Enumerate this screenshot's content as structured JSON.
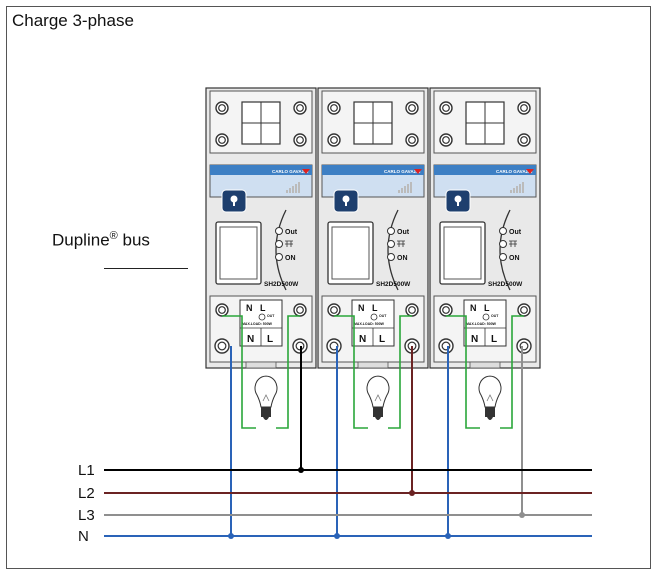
{
  "diagram": {
    "title": "Charge 3-phase",
    "bus_label_main": "Dupline",
    "bus_label_sup": "®",
    "bus_label_suffix": " bus",
    "lines": [
      {
        "label": "L1",
        "color": "#000000"
      },
      {
        "label": "L2",
        "color": "#6b2323"
      },
      {
        "label": "L3",
        "color": "#8f8f8f"
      },
      {
        "label": "N",
        "color": "#2a63b8"
      }
    ],
    "modules": [
      {
        "brand": "CARLO GAVAZZI",
        "model": "SH2D500W",
        "led_out": "Out",
        "led_on": "ON",
        "term_n": "N",
        "term_l": "L",
        "term_out": "OUT",
        "maxload": "MAX.LOAD: 500W"
      },
      {
        "brand": "CARLO GAVAZZI",
        "model": "SH2D500W",
        "led_out": "Out",
        "led_on": "ON",
        "term_n": "N",
        "term_l": "L",
        "term_out": "OUT",
        "maxload": "MAX.LOAD: 500W"
      },
      {
        "brand": "CARLO GAVAZZI",
        "model": "SH2D500W",
        "led_out": "Out",
        "led_on": "ON",
        "term_n": "N",
        "term_l": "L",
        "term_out": "OUT",
        "maxload": "MAX.LOAD: 500W"
      }
    ],
    "colors": {
      "load_wire": "#2aa63a",
      "module_blue": "#3d7fc4",
      "module_body": "#e9e9e9"
    }
  }
}
